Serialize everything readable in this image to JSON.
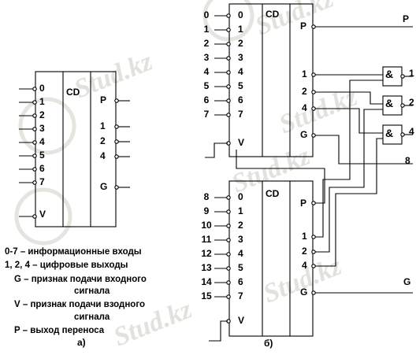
{
  "watermark": "Stud.kz",
  "chip_a": {
    "title": "CD",
    "inputs": [
      "0",
      "1",
      "2",
      "3",
      "4",
      "5",
      "6",
      "7"
    ],
    "v_label": "V",
    "p_label": "P",
    "outputs": [
      "1",
      "2",
      "4"
    ],
    "g_label": "G"
  },
  "chip_b_top": {
    "title": "CD",
    "inputs": [
      "0",
      "1",
      "2",
      "3",
      "4",
      "5",
      "6",
      "7"
    ],
    "ext_labels": [
      "0",
      "1",
      "2",
      "3",
      "4",
      "5",
      "6",
      "7"
    ],
    "v_label": "V",
    "p_label": "P",
    "outputs": [
      "1",
      "2",
      "4"
    ],
    "g_label": "G"
  },
  "chip_b_bottom": {
    "title": "CD",
    "inputs": [
      "0",
      "1",
      "2",
      "3",
      "4",
      "5",
      "6",
      "7"
    ],
    "ext_labels": [
      "8",
      "9",
      "10",
      "11",
      "12",
      "13",
      "14",
      "15"
    ],
    "v_label": "V",
    "p_label": "P",
    "outputs": [
      "1",
      "2",
      "4"
    ],
    "g_label": "G"
  },
  "gates": {
    "symbol": "&",
    "output_labels": [
      "1",
      "2",
      "4"
    ]
  },
  "signals": {
    "p_out": "P",
    "bit8": "8",
    "g_out": "G"
  },
  "legend": {
    "line1": "0-7 – информационные  входы",
    "line2": "1,  2,  4 – цифровые  выходы",
    "line3": "G – признак подачи входного",
    "line4": "сигнала",
    "line5": "V – признак подачи взодного",
    "line6": "сигнала",
    "line7": "P – выход  переноса",
    "caption_a": "а)",
    "caption_b": "б)"
  }
}
